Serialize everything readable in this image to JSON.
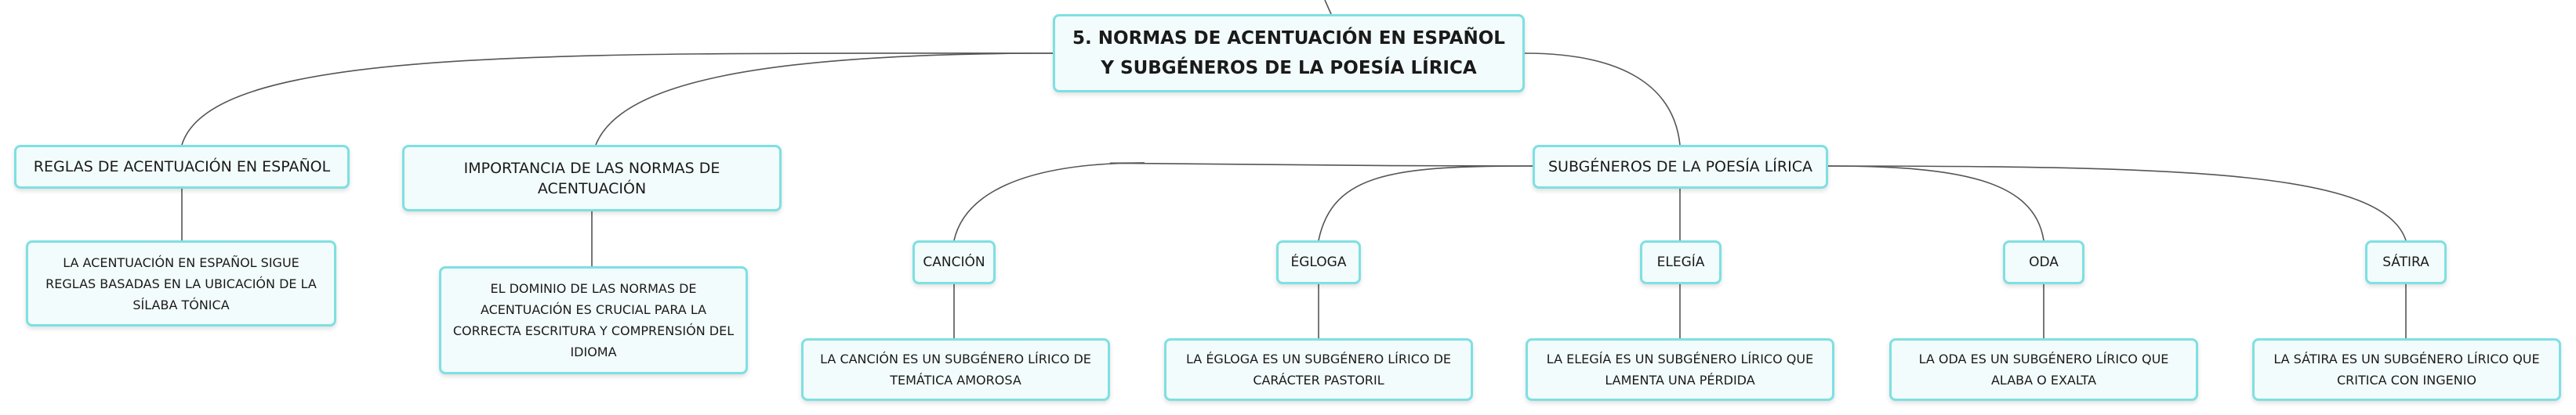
{
  "root": {
    "label": "5. NORMAS DE ACENTUACIÓN EN ESPAÑOL Y SUBGÉNEROS DE LA POESÍA LÍRICA"
  },
  "topics": [
    {
      "label": "REGLAS DE ACENTUACIÓN EN ESPAÑOL",
      "note": "LA ACENTUACIÓN EN ESPAÑOL SIGUE REGLAS BASADAS EN LA UBICACIÓN DE LA SÍLABA TÓNICA"
    },
    {
      "label": "IMPORTANCIA DE LAS NORMAS DE ACENTUACIÓN",
      "note": "EL DOMINIO DE LAS NORMAS DE ACENTUACIÓN ES CRUCIAL PARA LA CORRECTA ESCRITURA Y COMPRENSIÓN DEL IDIOMA"
    },
    {
      "label": "SUBGÉNEROS DE LA POESÍA LÍRICA",
      "subtopics": [
        {
          "label": "CANCIÓN",
          "note": "LA CANCIÓN ES UN SUBGÉNERO LÍRICO DE TEMÁTICA AMOROSA"
        },
        {
          "label": "ÉGLOGA",
          "note": "LA ÉGLOGA ES UN SUBGÉNERO LÍRICO DE CARÁCTER PASTORIL"
        },
        {
          "label": "ELEGÍA",
          "note": "LA ELEGÍA ES UN SUBGÉNERO LÍRICO QUE LAMENTA UNA PÉRDIDA"
        },
        {
          "label": "ODA",
          "note": "LA ODA ES UN SUBGÉNERO LÍRICO QUE ALABA O EXALTA"
        },
        {
          "label": "SÁTIRA",
          "note": "LA SÁTIRA ES UN SUBGÉNERO LÍRICO QUE CRITICA CON INGENIO"
        }
      ]
    }
  ],
  "colors": {
    "node_border": "#7ee0e2",
    "node_fill": "#f3fcfc",
    "connector": "#555555"
  }
}
